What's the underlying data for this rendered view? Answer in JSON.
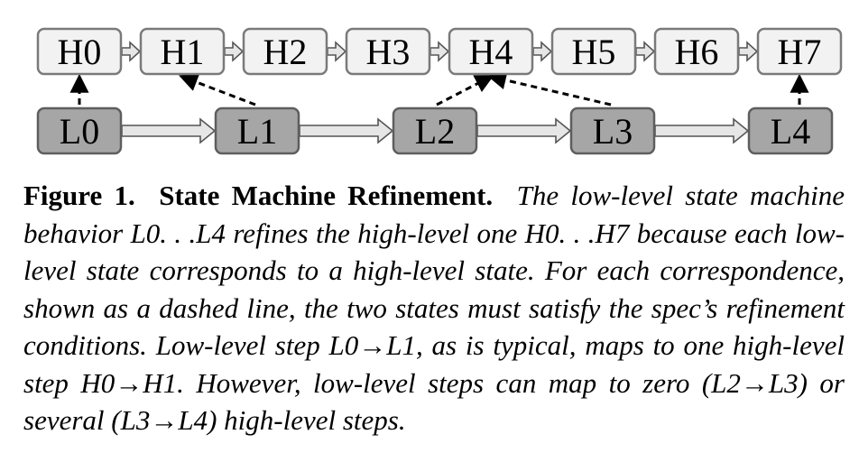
{
  "diagram": {
    "high_states": [
      "H0",
      "H1",
      "H2",
      "H3",
      "H4",
      "H5",
      "H6",
      "H7"
    ],
    "low_states": [
      "L0",
      "L1",
      "L2",
      "L3",
      "L4"
    ],
    "correspondences": [
      {
        "low": "L0",
        "high": "H0"
      },
      {
        "low": "L1",
        "high": "H1"
      },
      {
        "low": "L2",
        "high": "H4"
      },
      {
        "low": "L3",
        "high": "H4"
      },
      {
        "low": "L4",
        "high": "H7"
      }
    ],
    "colors": {
      "high_fill": "#f2f2f2",
      "high_stroke": "#7a7a7a",
      "low_fill": "#a6a6a6",
      "low_stroke": "#5e5e5e",
      "arrow_fill": "#e6e6e6",
      "arrow_stroke": "#555555"
    }
  },
  "caption": {
    "lead": "Figure 1.",
    "title": "State Machine Refinement.",
    "body": "The low-level state machine behavior L0. . .L4 refines the high-level one H0. . .H7 because each low-level state corresponds to a high-level state. For each correspondence, shown as a dashed line, the two states must satisfy the spec’s refinement conditions. Low-level step L0→L1, as is typical, maps to one high-level step H0→H1. However, low-level steps can map to zero (L2→L3) or several (L3→L4) high-level steps."
  }
}
